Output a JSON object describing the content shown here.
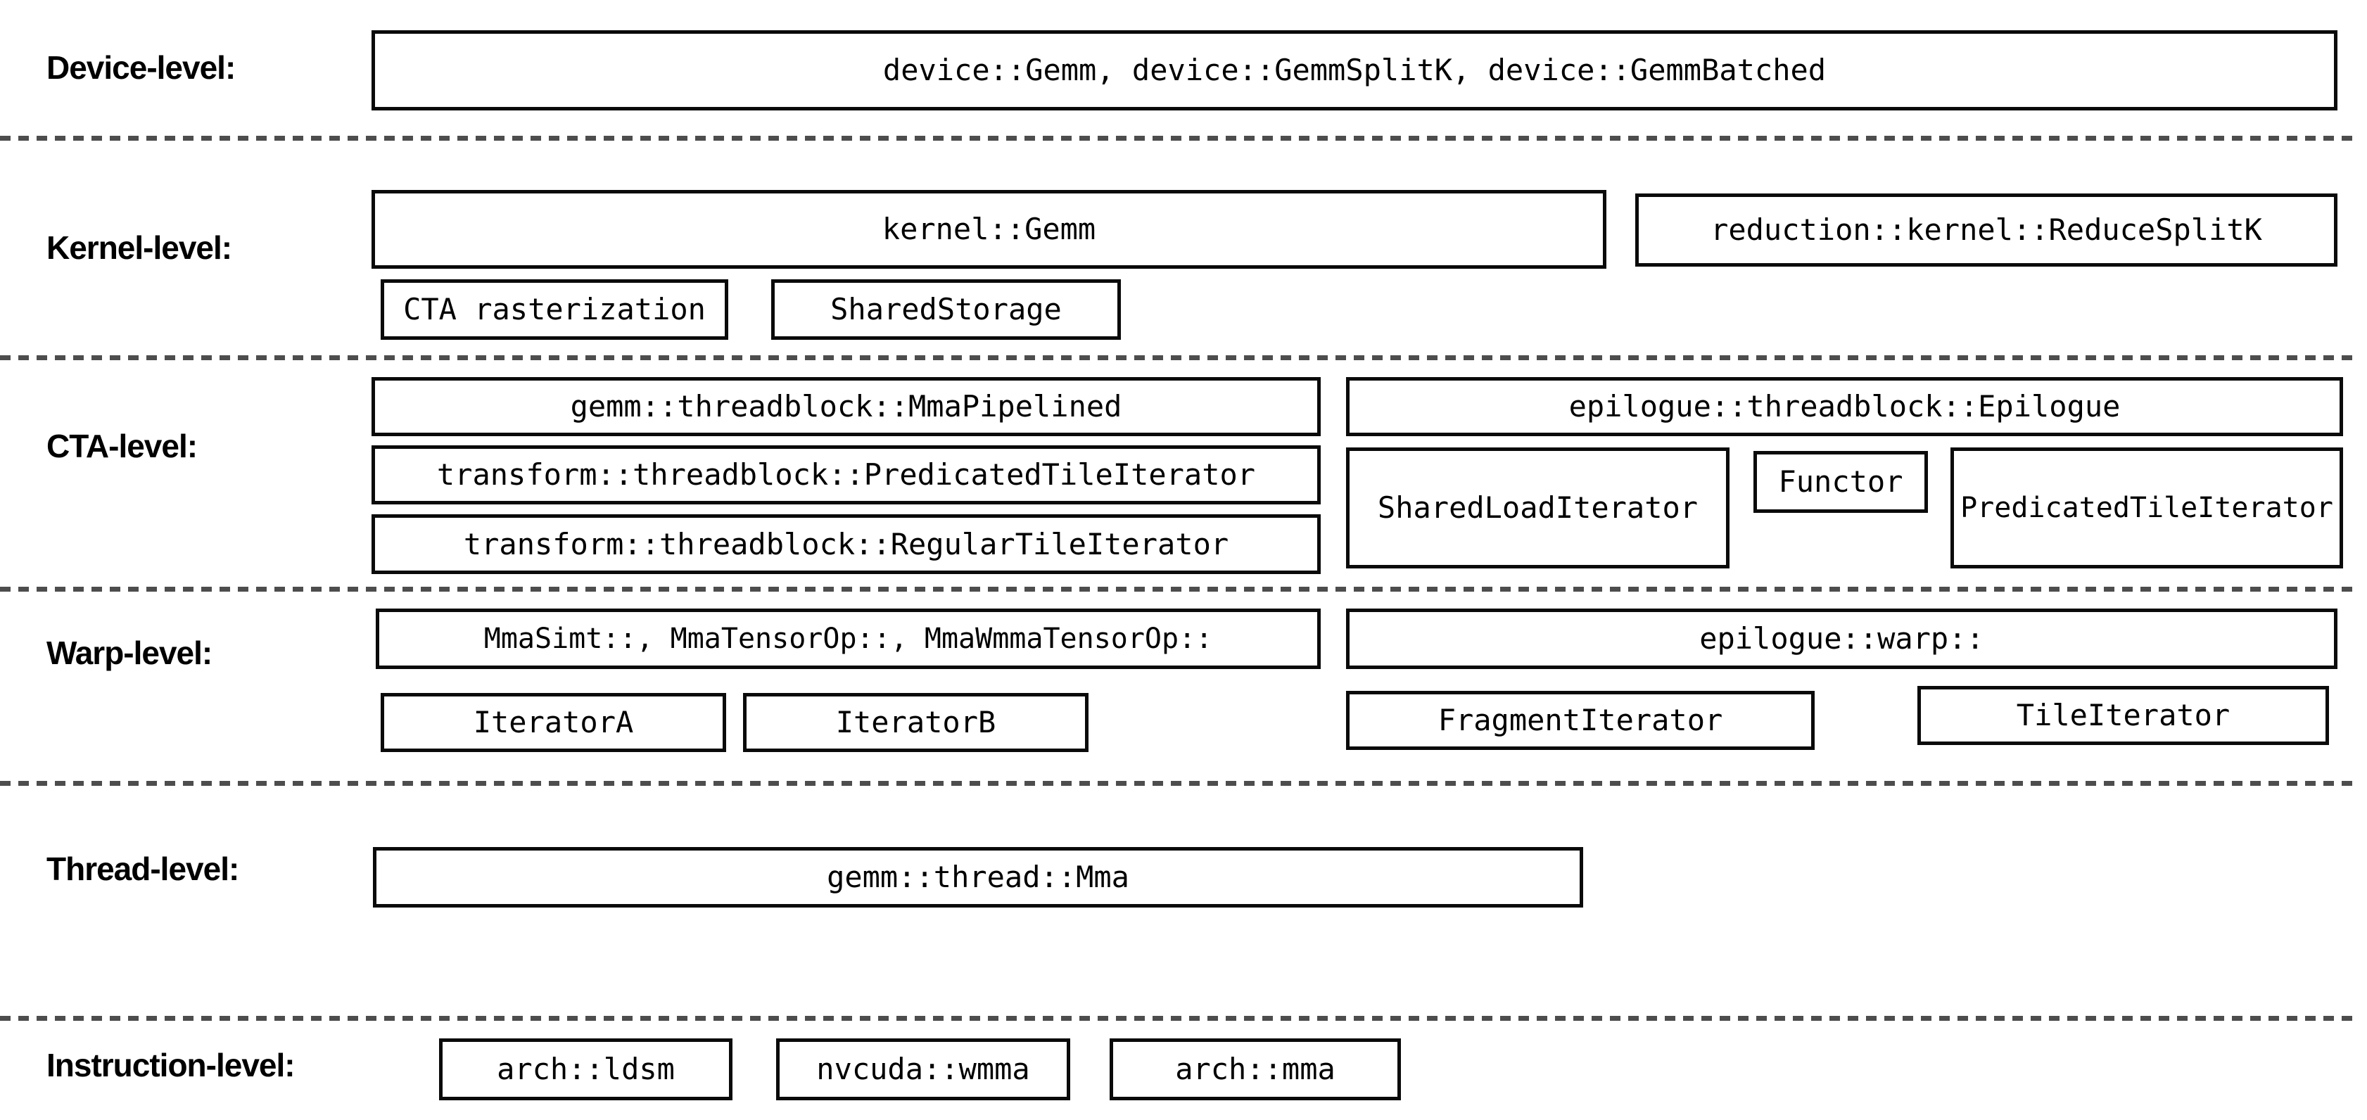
{
  "colors": {
    "background": "#ffffff",
    "box_border": "#0a0a0a",
    "text": "#000000",
    "divider": "#4d4d4d"
  },
  "levels": [
    {
      "label": "Device-level:",
      "boxes": [
        {
          "label": "device::Gemm, device::GemmSplitK, device::GemmBatched"
        }
      ]
    },
    {
      "label": "Kernel-level:",
      "boxes": [
        {
          "label": "kernel::Gemm"
        },
        {
          "label": "reduction::kernel::ReduceSplitK"
        },
        {
          "label": "CTA rasterization"
        },
        {
          "label": "SharedStorage"
        }
      ]
    },
    {
      "label": "CTA-level:",
      "boxes": [
        {
          "label": "gemm::threadblock::MmaPipelined"
        },
        {
          "label": "epilogue::threadblock::Epilogue"
        },
        {
          "label": "transform::threadblock::PredicatedTileIterator"
        },
        {
          "label": "SharedLoadIterator"
        },
        {
          "label": "Functor"
        },
        {
          "label": "PredicatedTileIterator"
        },
        {
          "label": "transform::threadblock::RegularTileIterator"
        }
      ]
    },
    {
      "label": "Warp-level:",
      "boxes": [
        {
          "label": "MmaSimt::, MmaTensorOp::, MmaWmmaTensorOp::"
        },
        {
          "label": "epilogue::warp::"
        },
        {
          "label": "IteratorA"
        },
        {
          "label": "IteratorB"
        },
        {
          "label": "FragmentIterator"
        },
        {
          "label": "TileIterator"
        }
      ]
    },
    {
      "label": "Thread-level:",
      "boxes": [
        {
          "label": "gemm::thread::Mma"
        }
      ]
    },
    {
      "label": "Instruction-level:",
      "boxes": [
        {
          "label": "arch::ldsm"
        },
        {
          "label": "nvcuda::wmma"
        },
        {
          "label": "arch::mma"
        }
      ]
    }
  ]
}
